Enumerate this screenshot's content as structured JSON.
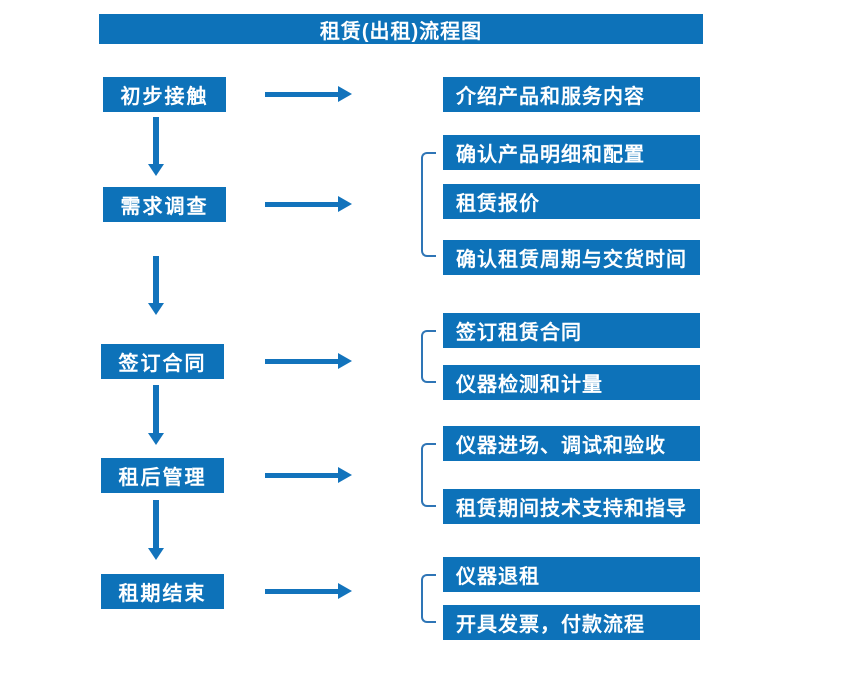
{
  "title": "租赁(出租)流程图",
  "colors": {
    "box_blue": "#0D72B9",
    "arrow_blue": "#1273BC",
    "bracket_blue": "#2E75B6",
    "text_white": "#FFFFFF"
  },
  "flow": {
    "stages": [
      {
        "label": "初步接触",
        "outputs": [
          "介绍产品和服务内容"
        ]
      },
      {
        "label": "需求调查",
        "outputs": [
          "确认产品明细和配置",
          "租赁报价",
          "确认租赁周期与交货时间"
        ]
      },
      {
        "label": "签订合同",
        "outputs": [
          "签订租赁合同",
          "仪器检测和计量"
        ]
      },
      {
        "label": "租后管理",
        "outputs": [
          "仪器进场、调试和验收",
          "租赁期间技术支持和指导"
        ]
      },
      {
        "label": "租期结束",
        "outputs": [
          "仪器退租",
          "开具发票，付款流程"
        ]
      }
    ]
  }
}
